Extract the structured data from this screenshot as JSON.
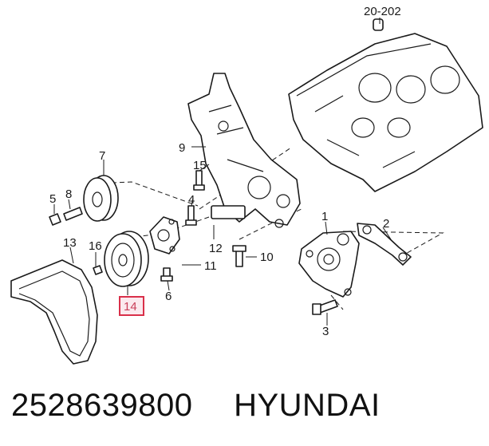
{
  "callouts": {
    "c1": "1",
    "c2": "2",
    "c3": "3",
    "c4": "4",
    "c5": "5",
    "c6": "6",
    "c7": "7",
    "c8": "8",
    "c9": "9",
    "c10": "10",
    "c11": "11",
    "c12": "12",
    "c13": "13",
    "c14": "14",
    "c15": "15",
    "c16": "16",
    "ref": "20-202"
  },
  "highlight": {
    "callout": "14",
    "color": "#d9304a"
  },
  "footer": {
    "part_number": "2528639800",
    "brand": "HYUNDAI"
  }
}
